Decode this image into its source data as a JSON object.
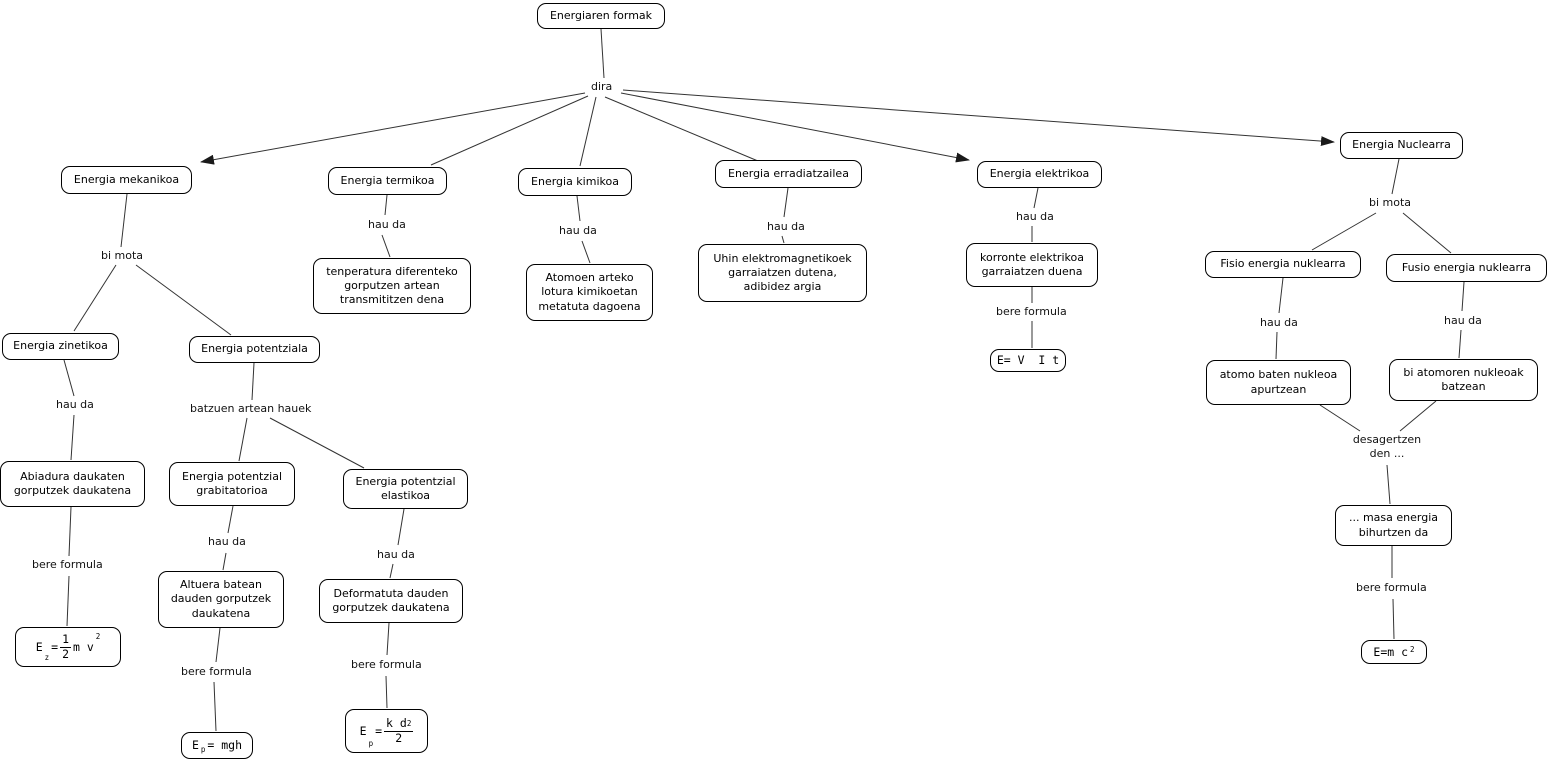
{
  "diagram_title": "Energiaren formak",
  "nodes": {
    "root": "Energiaren formak",
    "mekanikoa": "Energia mekanikoa",
    "termikoa": "Energia termikoa",
    "kimikoa": "Energia kimikoa",
    "erradiatzailea": "Energia erradiatzailea",
    "elektrikoa": "Energia elektrikoa",
    "nuclearra": "Energia Nuclearra",
    "zinetikoa": "Energia zinetikoa",
    "potentziala": "Energia potentziala",
    "fisio": "Fisio energia nuklearra",
    "fusio": "Fusio energia nuklearra",
    "termikoa_def": "tenperatura diferenteko\ngorputzen artean\ntransmititzen dena",
    "kimikoa_def": "Atomoen arteko\nlotura kimikoetan\nmetatuta dagoena",
    "erradiatzailea_def": "Uhin elektromagnetikoek\ngarraiatzen dutena,\nadibidez argia",
    "elektrikoa_def": "korronte elektrikoa\ngarraiatzen duena",
    "zinetikoa_def": "Abiadura daukaten\ngorputzek daukatena",
    "grabitatorioa": "Energia potentzial\ngrabitatorioa",
    "elastikoa": "Energia potentzial\nelastikoa",
    "grabitatorioa_def": "Altuera batean\ndauden gorputzek\ndaukatena",
    "elastikoa_def": "Deformatuta dauden\ngorputzek daukatena",
    "fisio_def": "atomo baten nukleoa\napurtzean",
    "fusio_def": "bi atomoren nukleoak\nbatzean",
    "masa_def": "... masa energia\nbihurtzen da"
  },
  "link_labels": {
    "dira": "dira",
    "bi_mota": "bi mota",
    "hau_da": "hau da",
    "batzuen_artean_hauek": "batzuen artean hauek",
    "bere_formula": "bere formula",
    "desagertzen_den": "desagertzen\nden ..."
  },
  "formulas": {
    "ez": {
      "lhs": "E",
      "lhs_sub": "z",
      "eq": "=",
      "num": "1",
      "den": "2",
      "tail": "m v",
      "tail_sup": "2"
    },
    "ep_grab": {
      "lhs": "E",
      "lhs_sub": "p",
      "rest": "= mgh"
    },
    "ep_elas": {
      "lhs": "E",
      "lhs_sub": "p",
      "eq": "=",
      "num": "k d",
      "num_sup": "2",
      "den": "2"
    },
    "elektrikoa": {
      "text": "E= V  I t"
    },
    "nuklearra": {
      "lhs": "E=m c",
      "sup": "2"
    }
  },
  "colors": {
    "background": "#ffffff",
    "node_border": "#000000",
    "text": "#000000",
    "line": "#333333"
  }
}
